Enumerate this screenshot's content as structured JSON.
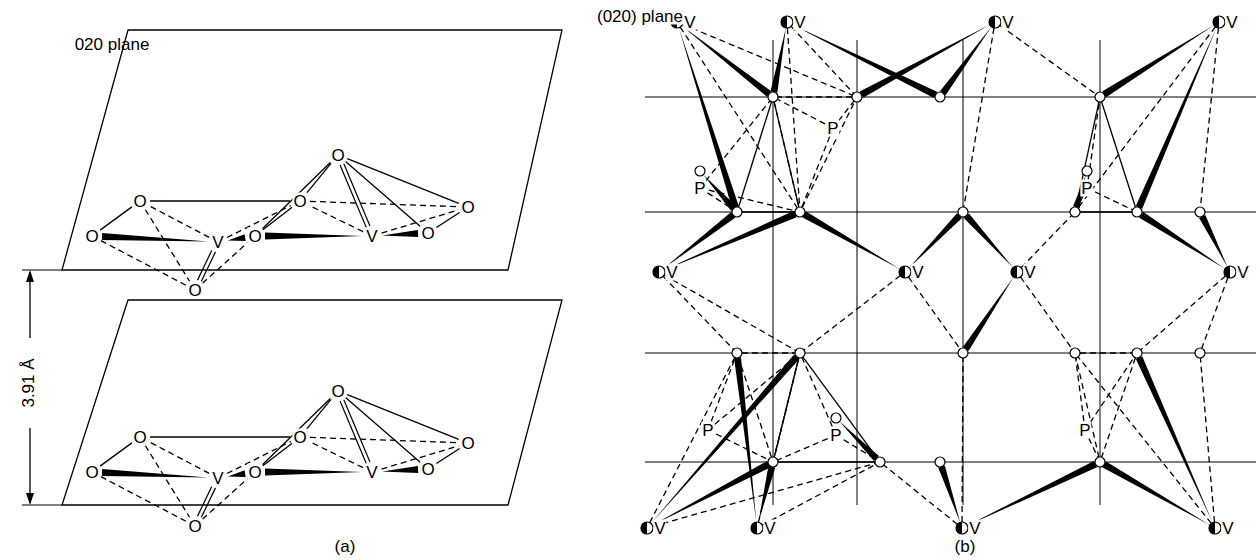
{
  "diagram": {
    "labels": [
      "020 plane",
      "O",
      "O",
      "O",
      "O",
      "V",
      "V",
      "O",
      "O",
      "O",
      "O",
      "O",
      "O",
      "O",
      "O",
      "V",
      "V",
      "O",
      "O",
      "O",
      "O",
      "3.91 Å",
      "(a)",
      "(020) plane",
      "V",
      "V",
      "V",
      "V",
      "V",
      "V",
      "V",
      "V",
      "V",
      "V",
      "V",
      "V",
      "P",
      "P",
      "P",
      "P",
      "P",
      "P",
      "(b)"
    ]
  }
}
